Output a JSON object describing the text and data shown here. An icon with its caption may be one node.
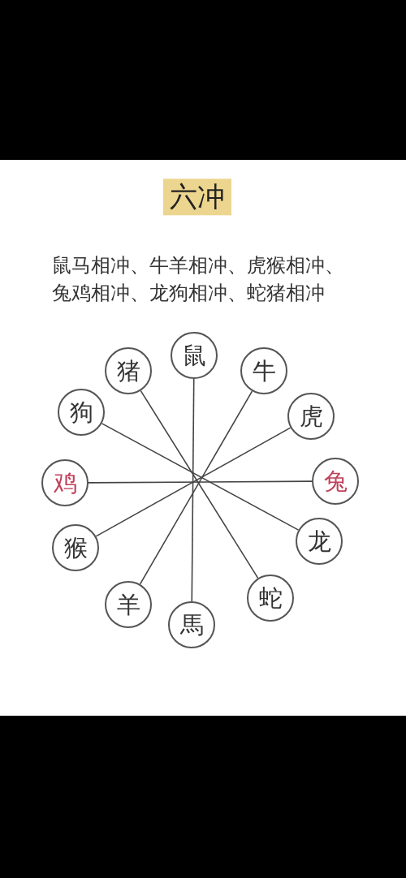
{
  "diagram": {
    "title": "六冲",
    "nodes": [
      {
        "text": [
          "鼠"
        ]
      },
      {
        "text": [
          "牛"
        ]
      },
      {
        "text": [
          "虎"
        ]
      },
      {
        "text": [
          "兔"
        ]
      },
      {
        "text": [
          "龙"
        ]
      },
      {
        "text": [
          "蛇"
        ]
      },
      {
        "text": [
          "馬"
        ]
      },
      {
        "text": [
          "羊"
        ]
      },
      {
        "text": [
          "猴"
        ]
      },
      {
        "text": [
          "鸡"
        ]
      },
      {
        "text": [
          "狗"
        ]
      },
      {
        "text": [
          "猪"
        ]
      }
    ],
    "edges": [
      {
        "from": 0,
        "to": 6,
        "arrow": "none"
      },
      {
        "from": 1,
        "to": 7,
        "arrow": "none"
      },
      {
        "from": 2,
        "to": 8,
        "arrow": "none"
      },
      {
        "from": 3,
        "to": 9,
        "arrow": "none"
      },
      {
        "from": 4,
        "to": 10,
        "arrow": "none"
      },
      {
        "from": 5,
        "to": 11,
        "arrow": "none"
      }
    ],
    "labels": [
      "鼠马相冲、牛羊相冲、虎猴相冲、兔鸡相冲、龙狗相冲、蛇猪相冲"
    ]
  }
}
